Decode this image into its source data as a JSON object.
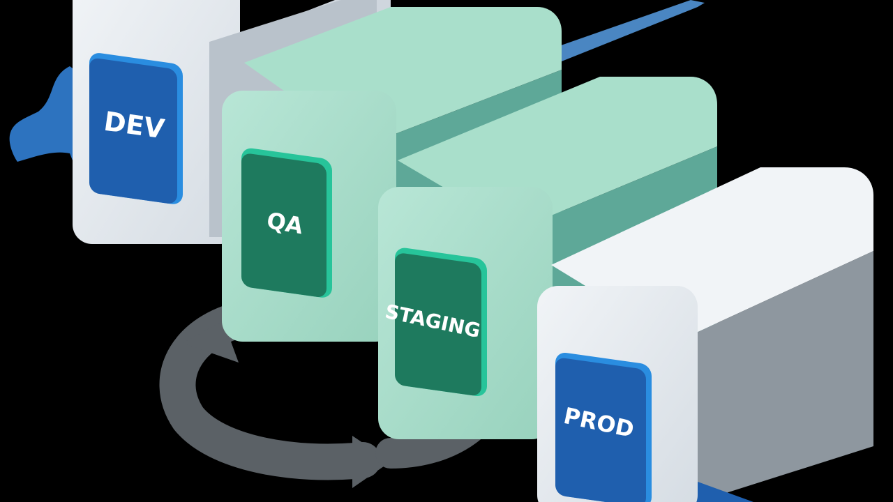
{
  "stages": [
    {
      "label": "DEV",
      "face_color": "#1f5fae",
      "body_color": "#e4e9ef"
    },
    {
      "label": "QA",
      "face_color": "#1e7a5e",
      "body_color": "#a7dcc8"
    },
    {
      "label": "STAGING",
      "face_color": "#1e7a5e",
      "body_color": "#a7dcc8"
    },
    {
      "label": "PROD",
      "face_color": "#1f5fae",
      "body_color": "#e4e9ef"
    }
  ],
  "colors": {
    "background": "#000000",
    "flow_arrow": "#4a86c2",
    "loop_arrow": "#5b6166",
    "side_grey": "#8e979f",
    "side_teal": "#5ea898",
    "label_rim_blue": "#2a8de0",
    "label_rim_green": "#27c49a"
  },
  "icons": [
    "flow-arrow-icon",
    "feedback-loop-icon"
  ]
}
